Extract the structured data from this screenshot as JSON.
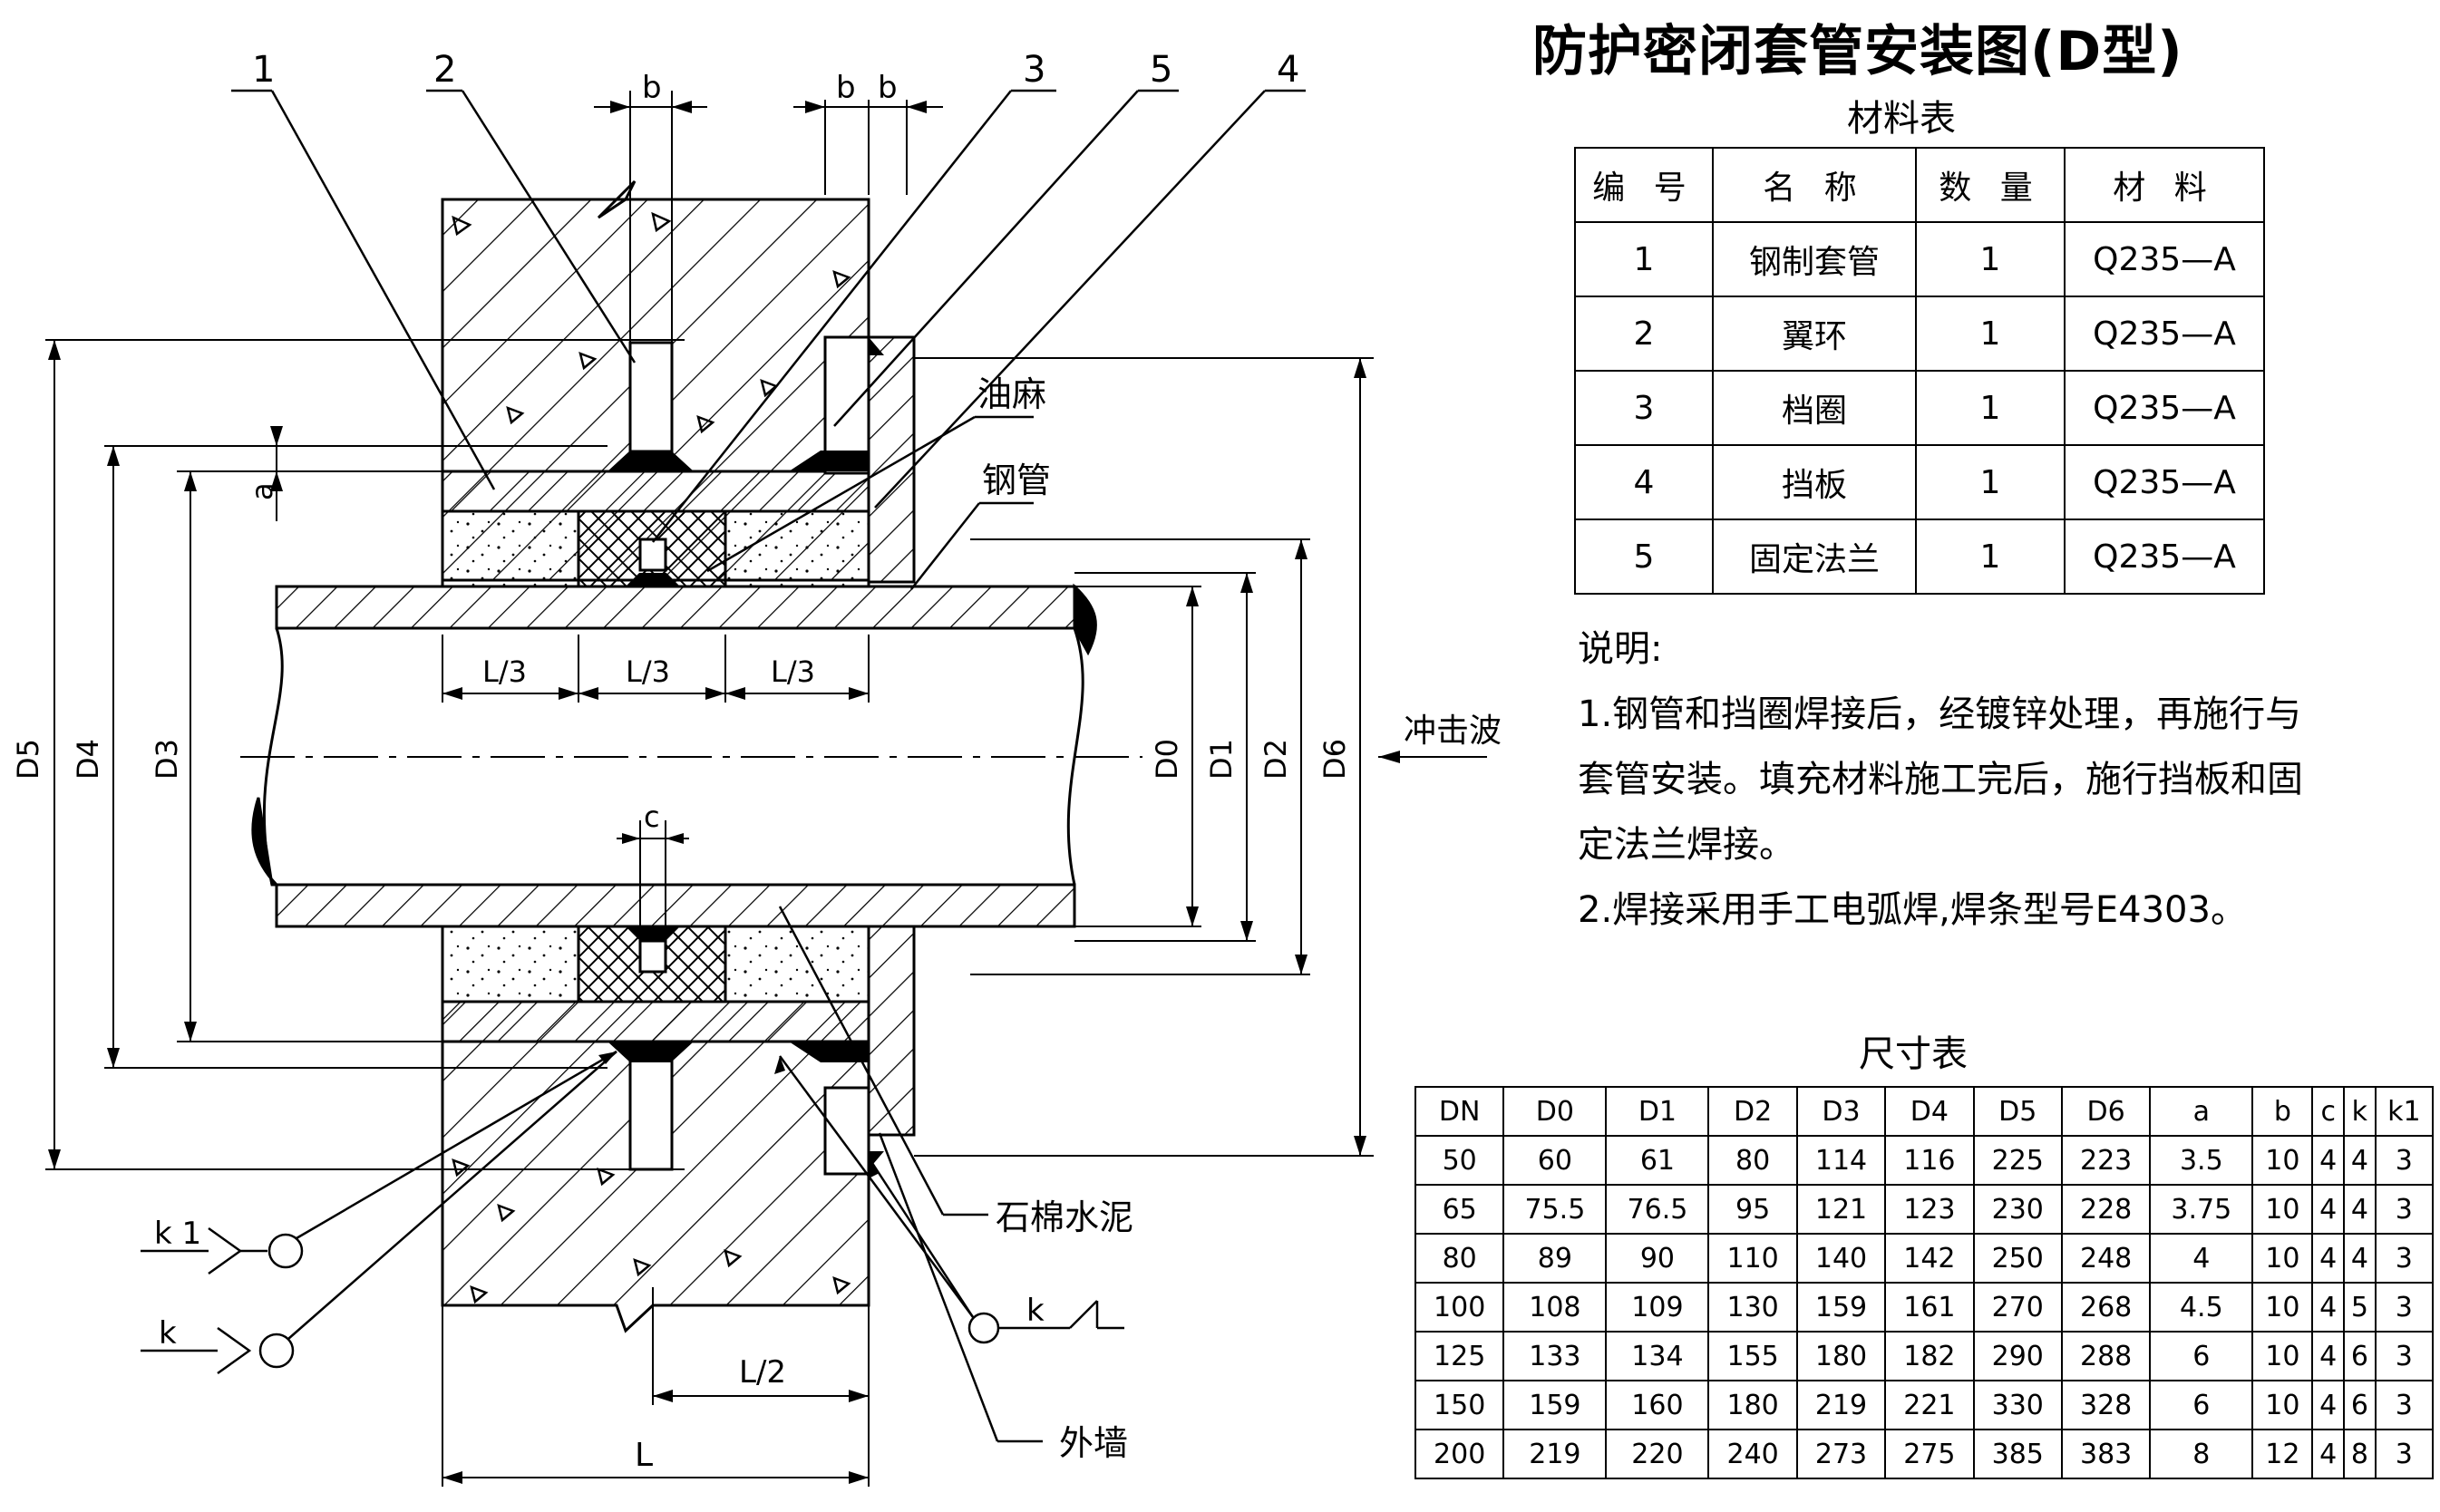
{
  "title": "防护密闭套管安装图(D型)",
  "material_table": {
    "caption": "材料表",
    "headers": [
      "编 号",
      "名 称",
      "数 量",
      "材 料"
    ],
    "rows": [
      [
        "1",
        "钢制套管",
        "1",
        "Q235—A"
      ],
      [
        "2",
        "翼环",
        "1",
        "Q235—A"
      ],
      [
        "3",
        "档圈",
        "1",
        "Q235—A"
      ],
      [
        "4",
        "挡板",
        "1",
        "Q235—A"
      ],
      [
        "5",
        "固定法兰",
        "1",
        "Q235—A"
      ]
    ]
  },
  "notes": {
    "heading": "说明:",
    "lines": [
      "1.钢管和挡圈焊接后，经镀锌处理，再施行与",
      "套管安装。填充材料施工完后，施行挡板和固",
      "定法兰焊接。",
      "2.焊接采用手工电弧焊,焊条型号E4303。"
    ]
  },
  "dimension_table": {
    "caption": "尺寸表",
    "headers": [
      "DN",
      "D0",
      "D1",
      "D2",
      "D3",
      "D4",
      "D5",
      "D6",
      "a",
      "b",
      "c",
      "k",
      "k1"
    ],
    "rows": [
      [
        "50",
        "60",
        "61",
        "80",
        "114",
        "116",
        "225",
        "223",
        "3.5",
        "10",
        "4",
        "4",
        "3"
      ],
      [
        "65",
        "75.5",
        "76.5",
        "95",
        "121",
        "123",
        "230",
        "228",
        "3.75",
        "10",
        "4",
        "4",
        "3"
      ],
      [
        "80",
        "89",
        "90",
        "110",
        "140",
        "142",
        "250",
        "248",
        "4",
        "10",
        "4",
        "4",
        "3"
      ],
      [
        "100",
        "108",
        "109",
        "130",
        "159",
        "161",
        "270",
        "268",
        "4.5",
        "10",
        "4",
        "5",
        "3"
      ],
      [
        "125",
        "133",
        "134",
        "155",
        "180",
        "182",
        "290",
        "288",
        "6",
        "10",
        "4",
        "6",
        "3"
      ],
      [
        "150",
        "159",
        "160",
        "180",
        "219",
        "221",
        "330",
        "328",
        "6",
        "10",
        "4",
        "6",
        "3"
      ],
      [
        "200",
        "219",
        "220",
        "240",
        "273",
        "275",
        "385",
        "383",
        "8",
        "12",
        "4",
        "8",
        "3"
      ]
    ]
  },
  "drawing": {
    "part_numbers": [
      "1",
      "2",
      "3",
      "5",
      "4"
    ],
    "labels": {
      "oil_hemp": "油麻",
      "steel_pipe": "钢管",
      "asbestos_cement": "石棉水泥",
      "outer_wall": "外墙",
      "shock_wave": "冲击波"
    },
    "dims": {
      "b": "b",
      "a": "a",
      "c": "c",
      "L3": "L/3",
      "L2": "L/2",
      "L": "L",
      "D0": "D0",
      "D1": "D1",
      "D2": "D2",
      "D3": "D3",
      "D4": "D4",
      "D5": "D5",
      "D6": "D6"
    },
    "weld_symbols": {
      "k1": "k 1",
      "k": "k"
    }
  }
}
